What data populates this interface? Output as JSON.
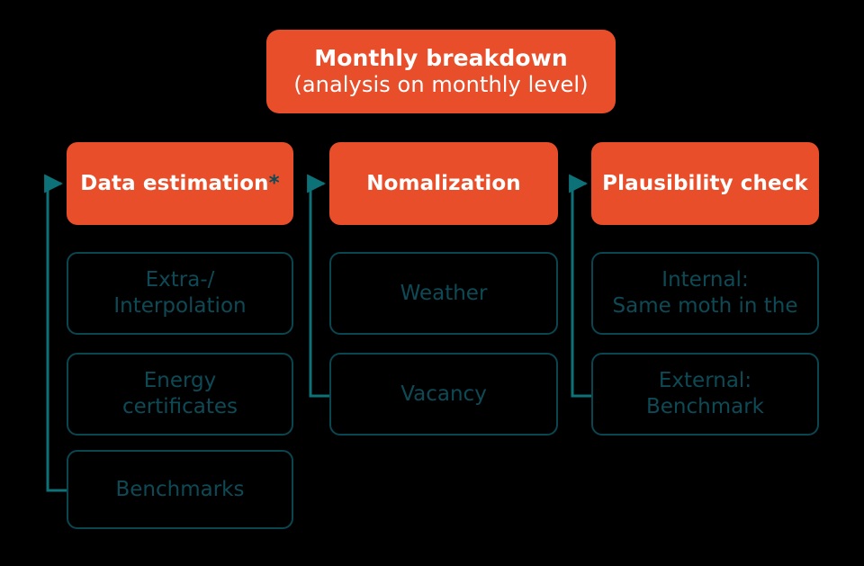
{
  "theme": {
    "background": "#000000",
    "accent_orange": "#E84E29",
    "outline_teal": "#0A4650",
    "text_teal": "#0E4A55",
    "connector_teal": "#0D7178",
    "header_text": "#FFFFFF"
  },
  "title": {
    "main": "Monthly breakdown",
    "sub": "(analysis on monthly level)"
  },
  "columns": [
    {
      "id": "data-estimation",
      "header": "Data estimation",
      "header_marker": "*",
      "items": [
        {
          "id": "extra-interpolation",
          "lines": [
            "Extra-/",
            "Interpolation"
          ]
        },
        {
          "id": "energy-certificates",
          "lines": [
            "Energy",
            "certificates"
          ]
        },
        {
          "id": "benchmarks",
          "lines": [
            "Benchmarks"
          ]
        }
      ]
    },
    {
      "id": "nomalization",
      "header": "Nomalization",
      "header_marker": "",
      "items": [
        {
          "id": "weather",
          "lines": [
            "Weather"
          ]
        },
        {
          "id": "vacancy",
          "lines": [
            "Vacancy"
          ]
        }
      ]
    },
    {
      "id": "plausibility-check",
      "header": "Plausibility check",
      "header_marker": "",
      "items": [
        {
          "id": "internal-same-month",
          "lines": [
            "Internal:",
            "Same moth in the"
          ]
        },
        {
          "id": "external-benchmark",
          "lines": [
            "External:",
            "Benchmark"
          ]
        }
      ]
    }
  ],
  "connectors": [
    {
      "id": "feedback-loop-data-estimation",
      "from": "benchmarks",
      "to": "data-estimation-header"
    },
    {
      "id": "feedback-loop-nomalization",
      "from": "vacancy",
      "to": "nomalization-header"
    },
    {
      "id": "feedback-loop-plausibility",
      "from": "external-benchmark",
      "to": "plausibility-check-header"
    }
  ]
}
